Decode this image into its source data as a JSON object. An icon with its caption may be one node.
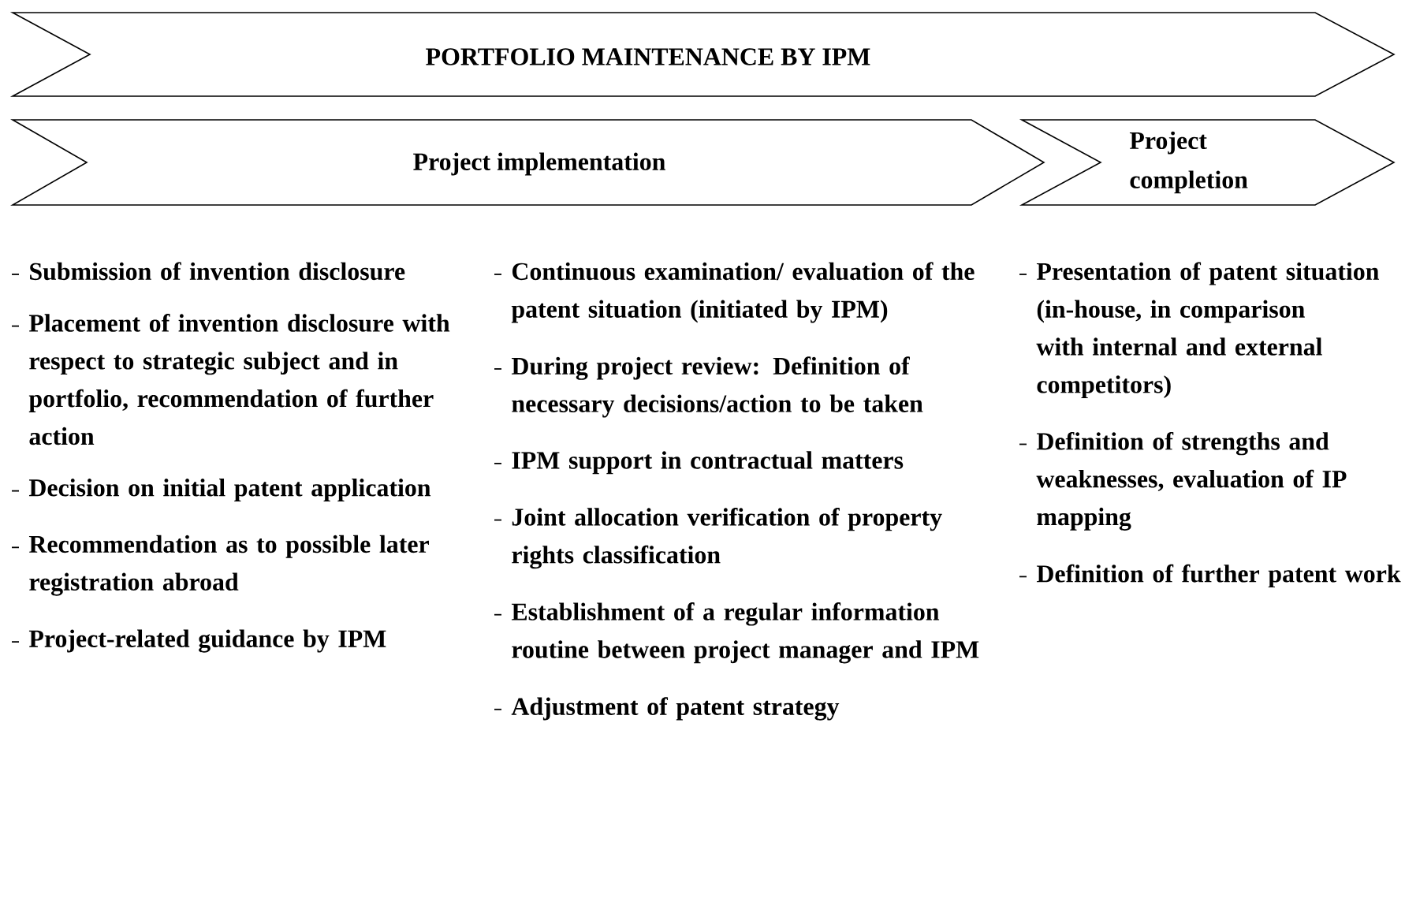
{
  "diagram": {
    "nodes": [
      {
        "text": [
          "PORTFOLIO MAINTENANCE BY IPM"
        ]
      },
      {
        "text": [
          "Project implementation"
        ]
      },
      {
        "text": [
          "Project completion"
        ]
      }
    ],
    "labels": [
      "Submission of invention disclosure",
      "Placement of invention disclosure with respect to strategic subject and in portfolio, recommendation of further action",
      "Decision on initial patent application",
      "Recommendation as to possible later registration abroad",
      "Project-related guidance by IPM",
      "Continuous examination/ evaluation of the patent situation (initiated by IPM)",
      "During project review: Definition of necessary decisions/action to be taken",
      "IPM support in contractual matters",
      "Joint allocation verification of property rights classification",
      "Establishment of a regular information routine between project manager and IPM",
      "Adjustment of patent strategy",
      "Presentation of patent situation (in-house, in comparison with internal and external competitors)",
      "Definition of strengths and weaknesses, evaluation of IP mapping",
      "Definition of further patent work"
    ]
  }
}
